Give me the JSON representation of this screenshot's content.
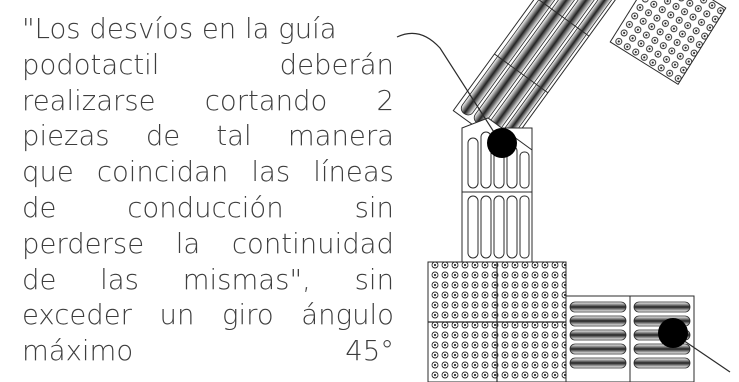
{
  "quote": {
    "lines": [
      "\"Los desvíos en la guía",
      "podotactil deberán",
      "realizarse cortando 2",
      "piezas de tal manera",
      "que coincidan las líneas",
      "de conducción sin",
      "perderse la continuidad",
      "de las mismas\", sin",
      "exceder un giro ángulo",
      "máximo 45°"
    ]
  },
  "colors": {
    "text": "#3d3d3d",
    "stroke": "#2b2b2b",
    "marker": "#000000"
  }
}
